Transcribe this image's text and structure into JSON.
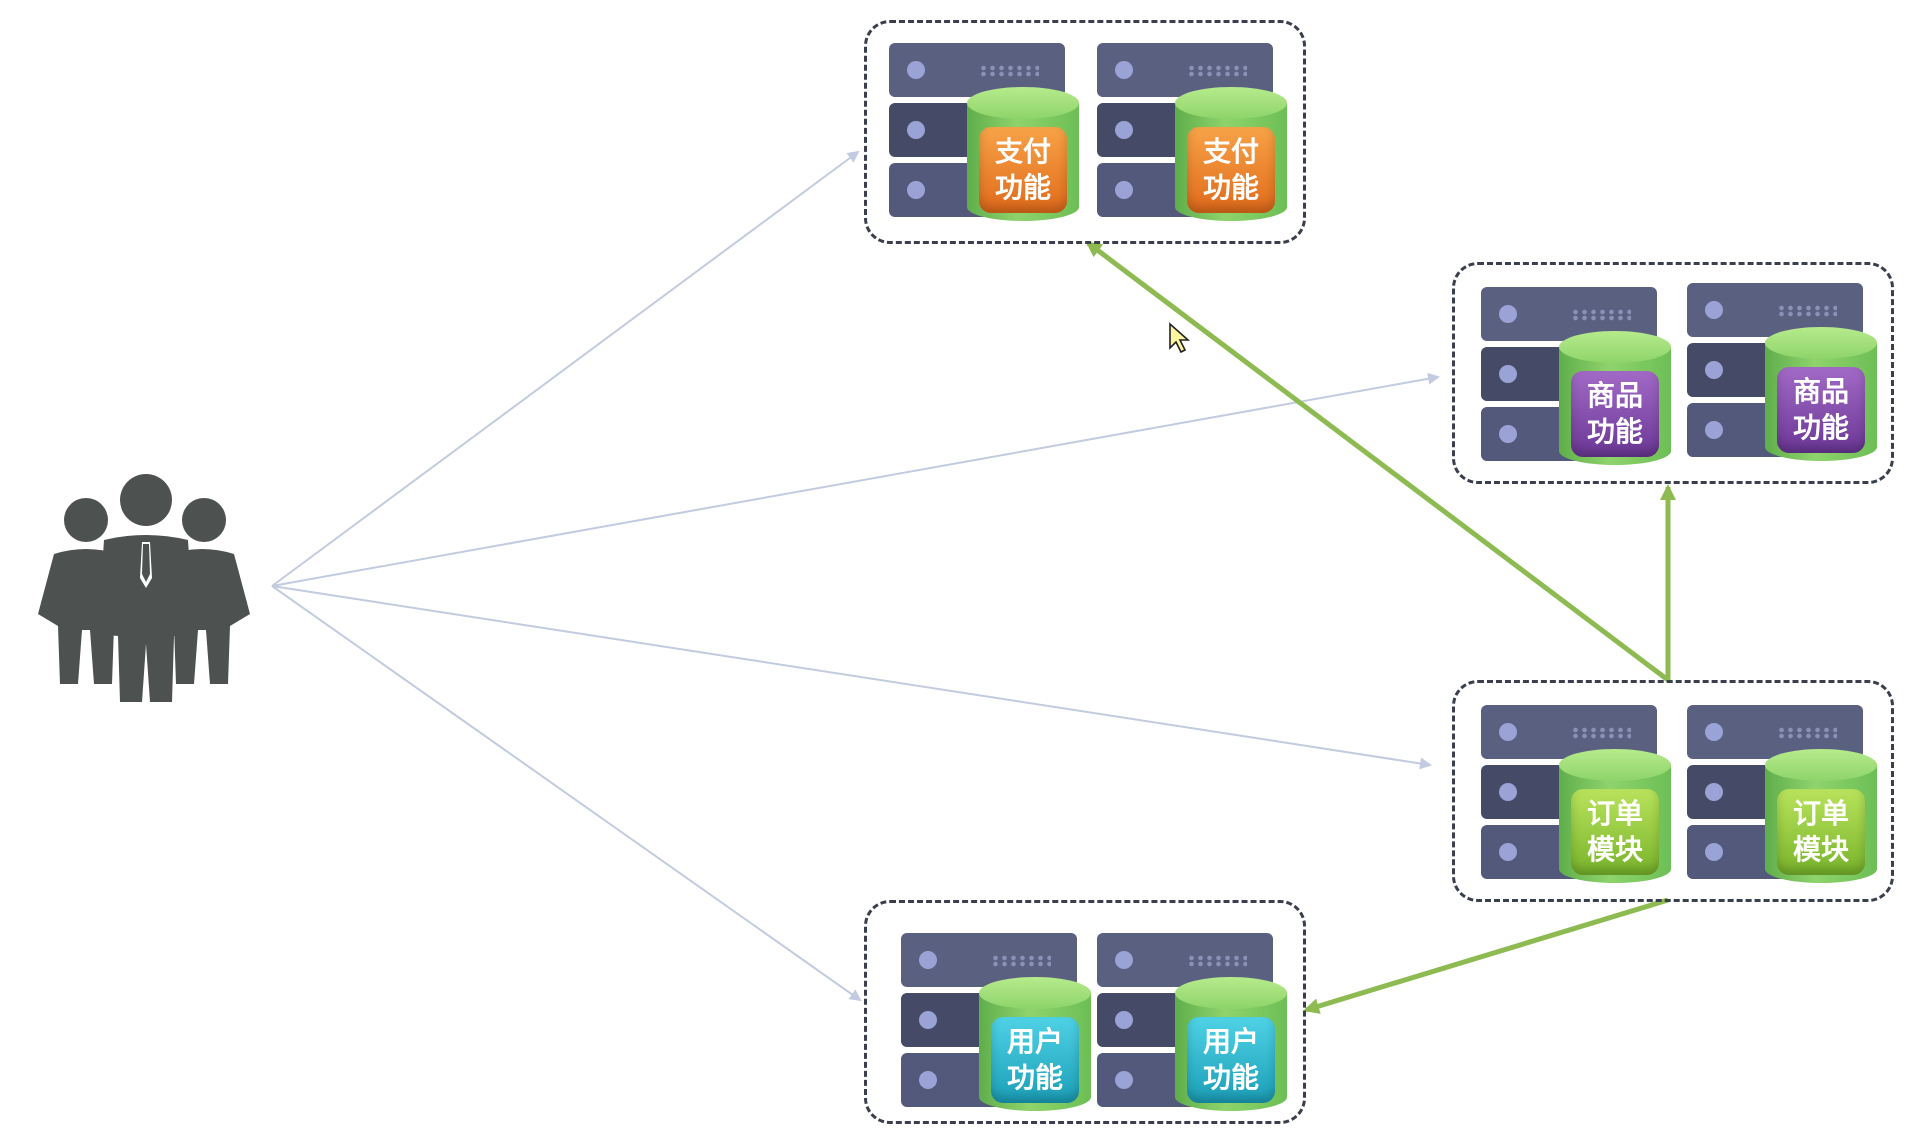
{
  "clusters": [
    {
      "id": "payment",
      "color": "orange",
      "servers": [
        {
          "label": "支付\n功能"
        },
        {
          "label": "支付\n功能"
        }
      ]
    },
    {
      "id": "product",
      "color": "purple",
      "servers": [
        {
          "label": "商品\n功能"
        },
        {
          "label": "商品\n功能"
        }
      ]
    },
    {
      "id": "order",
      "color": "green",
      "servers": [
        {
          "label": "订单\n模块"
        },
        {
          "label": "订单\n模块"
        }
      ]
    },
    {
      "id": "user",
      "color": "cyan",
      "servers": [
        {
          "label": "用户\n功能"
        },
        {
          "label": "用户\n功能"
        }
      ]
    }
  ],
  "colors": {
    "user_arrow": "#c2cbe0",
    "service_arrow": "#8dbb52",
    "people_icon": "#4d5250",
    "server": "#4e5474"
  },
  "icons": {
    "users": "users-group-icon",
    "cursor": "mouse-pointer-icon"
  },
  "links": [
    {
      "from": "users",
      "to": "payment",
      "kind": "user_arrow"
    },
    {
      "from": "users",
      "to": "product",
      "kind": "user_arrow"
    },
    {
      "from": "users",
      "to": "order",
      "kind": "user_arrow"
    },
    {
      "from": "users",
      "to": "user",
      "kind": "user_arrow"
    },
    {
      "from": "order",
      "to": "payment",
      "kind": "service_arrow"
    },
    {
      "from": "order",
      "to": "product",
      "kind": "service_arrow"
    },
    {
      "from": "order",
      "to": "user",
      "kind": "service_arrow"
    }
  ]
}
